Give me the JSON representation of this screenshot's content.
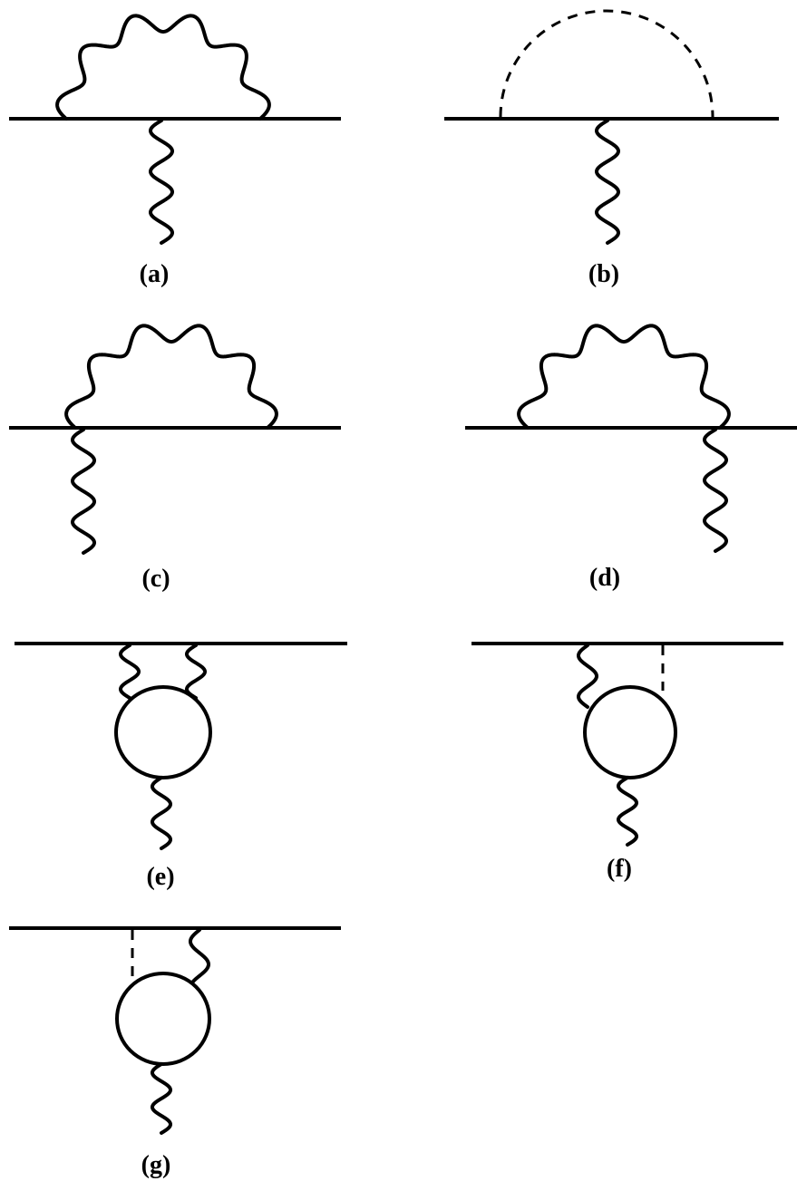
{
  "panels": [
    {
      "id": "a",
      "label": "(a)"
    },
    {
      "id": "b",
      "label": "(b)"
    },
    {
      "id": "c",
      "label": "(c)"
    },
    {
      "id": "d",
      "label": "(d)"
    },
    {
      "id": "e",
      "label": "(e)"
    },
    {
      "id": "f",
      "label": "(f)"
    },
    {
      "id": "g",
      "label": "(g)"
    }
  ]
}
